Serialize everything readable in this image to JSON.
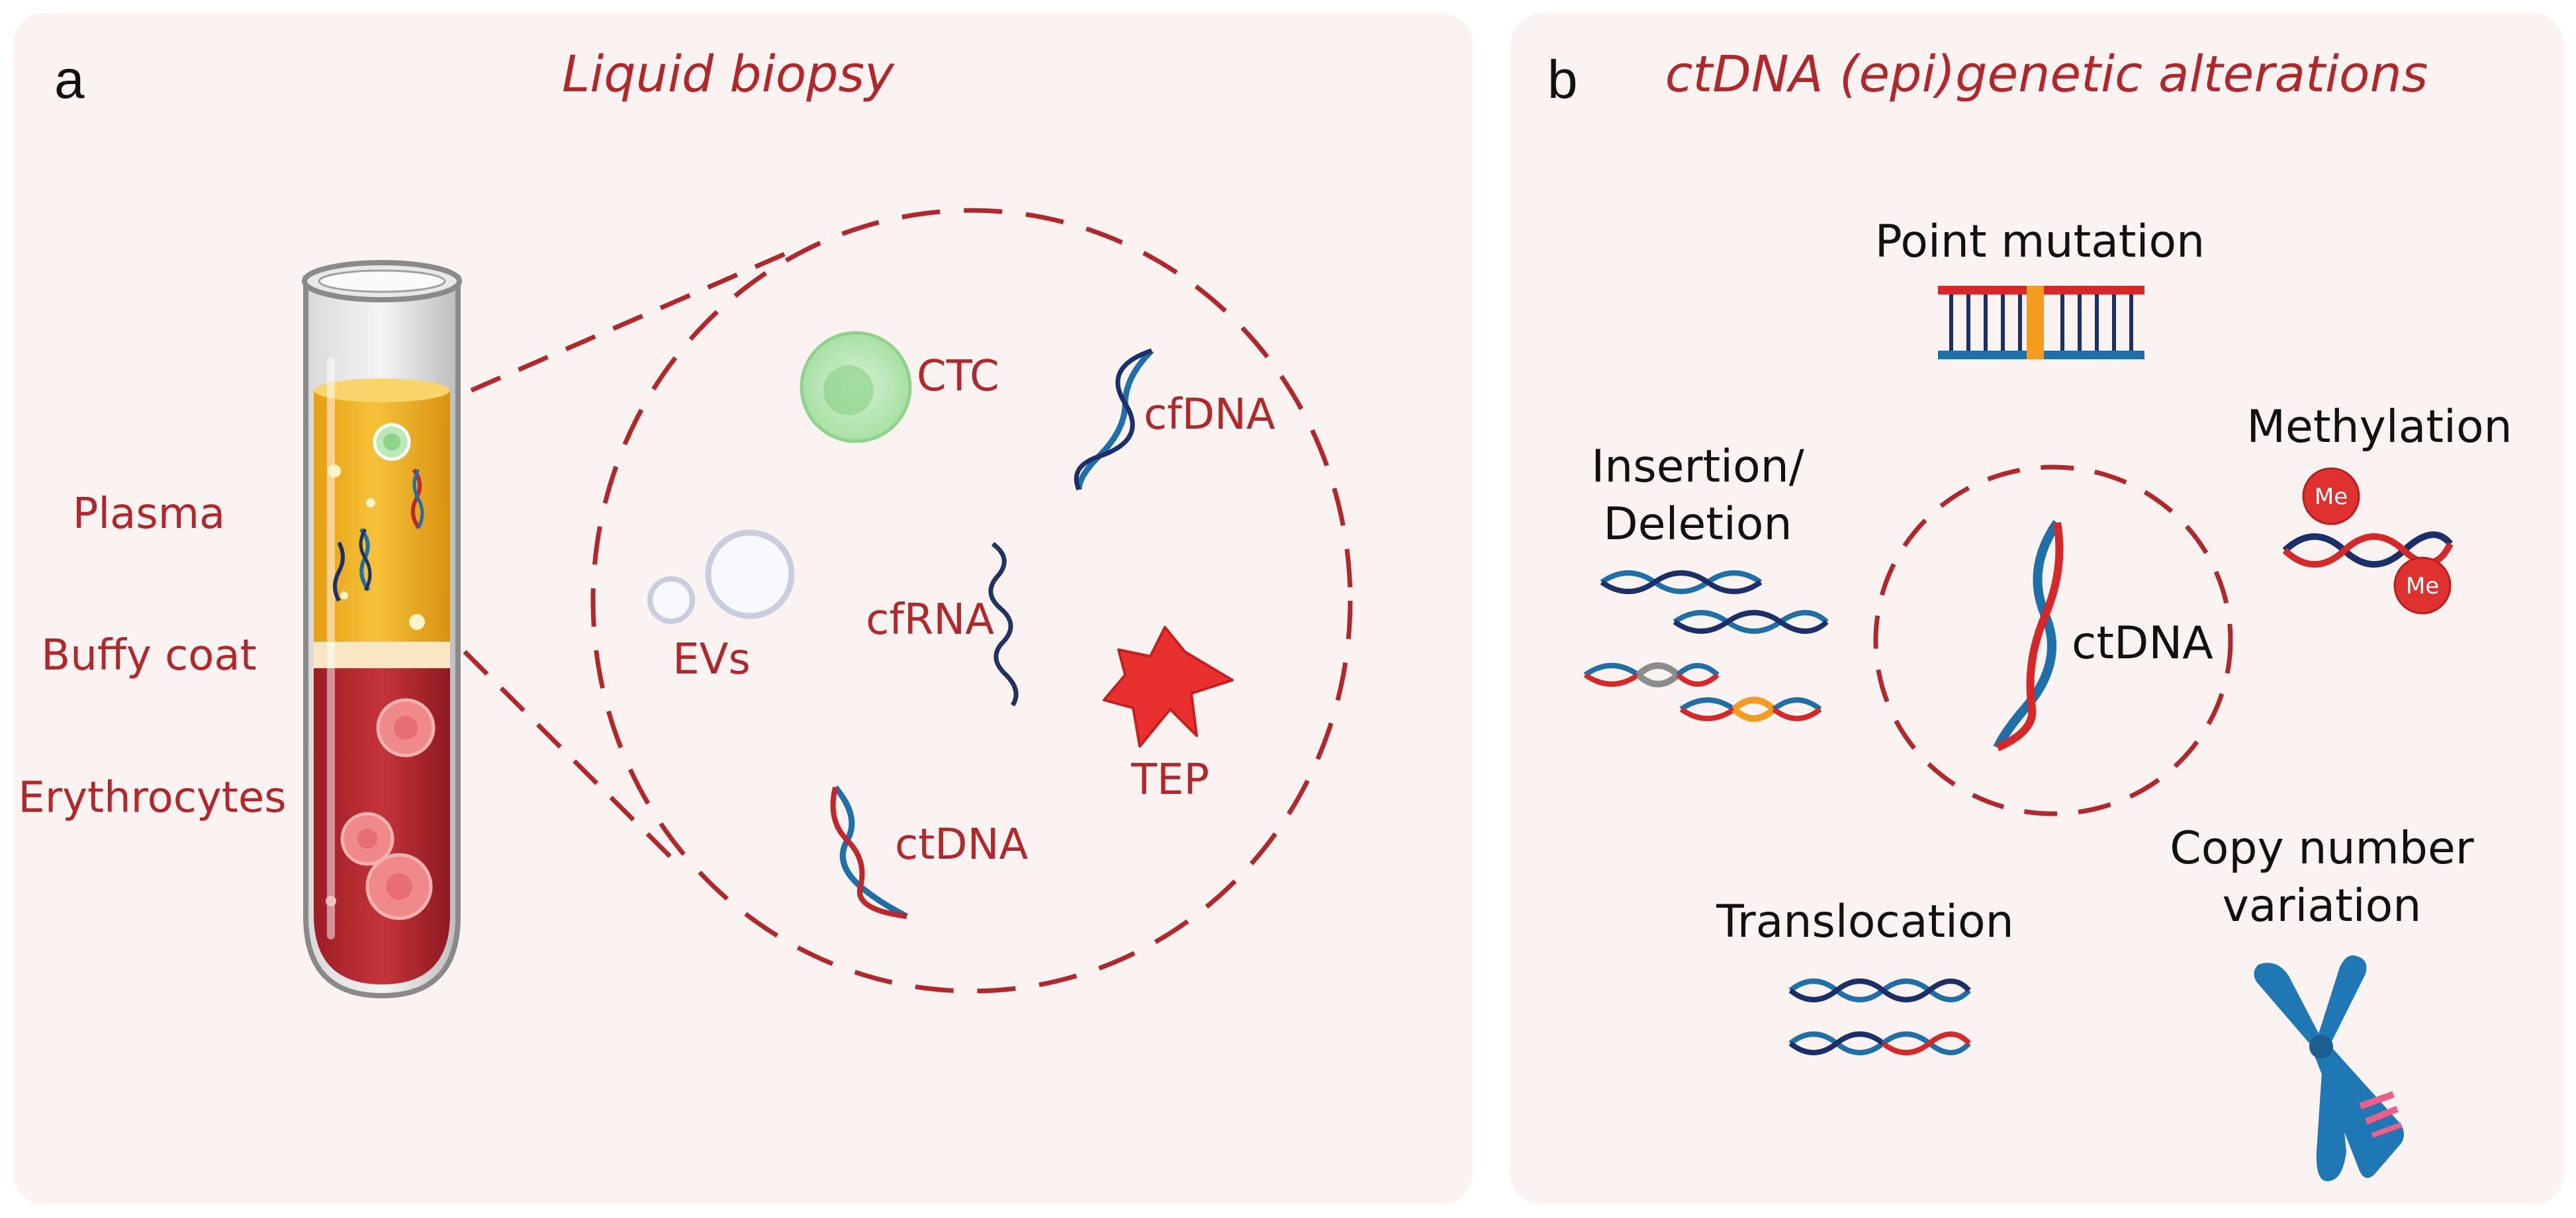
{
  "panel_a": {
    "letter": "a",
    "title": "Liquid biopsy",
    "tube_labels": {
      "plasma": "Plasma",
      "buffy_coat": "Buffy coat",
      "erythrocytes": "Erythrocytes"
    },
    "components": {
      "ctc": "CTC",
      "cfdna": "cfDNA",
      "evs": "EVs",
      "cfrna": "cfRNA",
      "tep": "TEP",
      "ctdna": "ctDNA"
    }
  },
  "panel_b": {
    "letter": "b",
    "title": "ctDNA (epi)genetic alterations",
    "center_label": "ctDNA",
    "alterations": {
      "point_mutation": "Point mutation",
      "insertion_line1": "Insertion/",
      "insertion_line2": "Deletion",
      "methylation": "Methylation",
      "methyl_tag": "Me",
      "translocation": "Translocation",
      "cnv_line1": "Copy number",
      "cnv_line2": "variation"
    }
  },
  "colors": {
    "panel_bg": "#fbf2f2",
    "accent_red": "#b1272a",
    "dna_blue": "#1f6fa8",
    "dna_navy": "#1b2f6b",
    "plasma": "#f0b31d",
    "blood": "#b3242b"
  }
}
